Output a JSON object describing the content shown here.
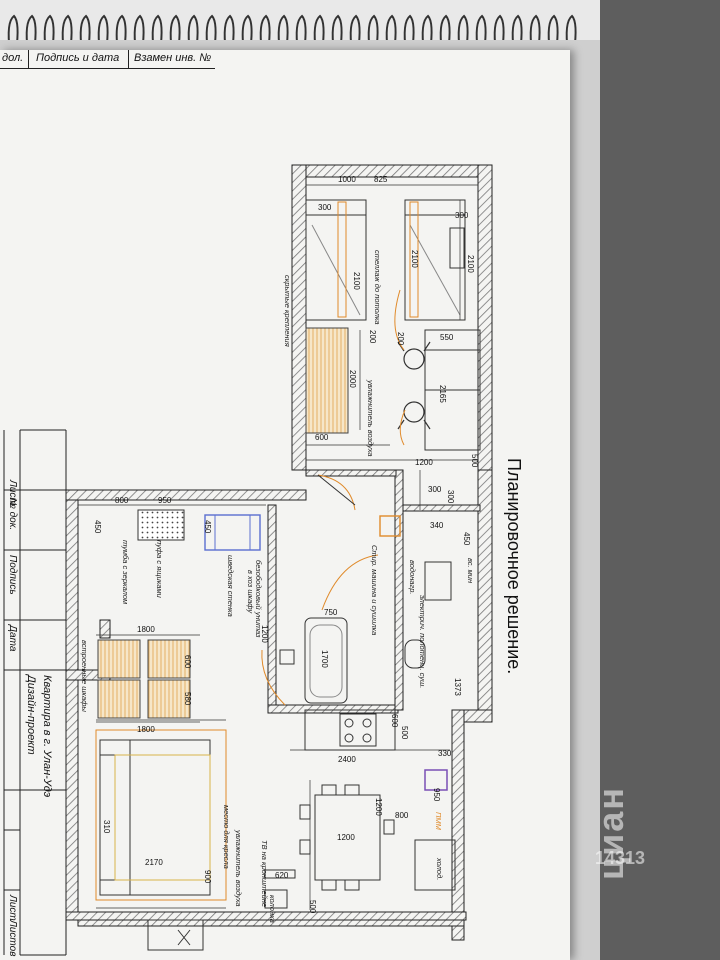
{
  "stamp": {
    "sign_date": "Подпись и дата",
    "replace_inv": "Взамен инв. №",
    "cut": "дол."
  },
  "title_block": {
    "sheet": "Лист",
    "doc_no": "№ док.",
    "signature": "Подпись",
    "date": "Дата",
    "project": "Дизайн-проект",
    "apartment": "Квартира в г. Улан-Удэ",
    "sheet2": "Лист",
    "sheets": "Листов"
  },
  "plan_title": "Планировочное решение.",
  "dims": {
    "d1000": "1000",
    "d825": "825",
    "d300a": "300",
    "d300b": "300",
    "d2100a": "2100",
    "d2100b": "2100",
    "d2100c": "2100",
    "d200": "200",
    "d200b": "200",
    "d550": "550",
    "d2000": "2000",
    "d2165": "2165",
    "d600": "600",
    "d1200": "1200",
    "d500": "500",
    "d300c": "300",
    "d300d": "300",
    "d340": "340",
    "d450": "450",
    "d800": "800",
    "d950": "950",
    "d450b": "450",
    "d1800a": "1800",
    "d1800b": "1800",
    "d600b": "600",
    "d580": "580",
    "d750": "750",
    "d1700": "1700",
    "d1200b": "1200",
    "d2400": "2400",
    "d600c": "600",
    "d330": "330",
    "d950b": "950",
    "d1200c": "1200",
    "d800b": "800",
    "d1200d": "1200",
    "d310": "310",
    "d620": "620",
    "d900": "900",
    "d2170": "2170",
    "d500b": "500",
    "d450c": "450",
    "d1373": "1373",
    "d500c": "500"
  },
  "labels": {
    "stellazh": "стеллаж до потолка",
    "skrytye": "скрытые крепления",
    "uvlazh1": "увлажнитель воздуха",
    "sushilka": "Стир. машина и сушилка",
    "vodonagr": "водонагр.",
    "elpol": "электрич. полотенц. суш.",
    "bezobod": "безободковый унитаз",
    "vlozhka": "в хоз шкафу",
    "pufa": "пуфа с ящиками",
    "tumba": "тумба с зеркалом",
    "shirma": "шведская стенка",
    "vstr_shkaf": "встроенные шкафы",
    "mesto_kresla": "место для кресла",
    "uvlazh2": "увлажнитель воздуха",
    "tv": "ТВ на кронштейне",
    "kolonka": "колонка",
    "plm": "ПММ",
    "holod": "холод.",
    "vsvarka": "вс. мин"
  },
  "watermark": {
    "text": "циан",
    "num": "14313"
  },
  "colors": {
    "wall_hatch": "#7a7a7a",
    "accent_orange": "#e08a2a",
    "accent_purple": "#7a4fb5",
    "accent_blue": "#5b6fd0",
    "line": "#222222"
  }
}
